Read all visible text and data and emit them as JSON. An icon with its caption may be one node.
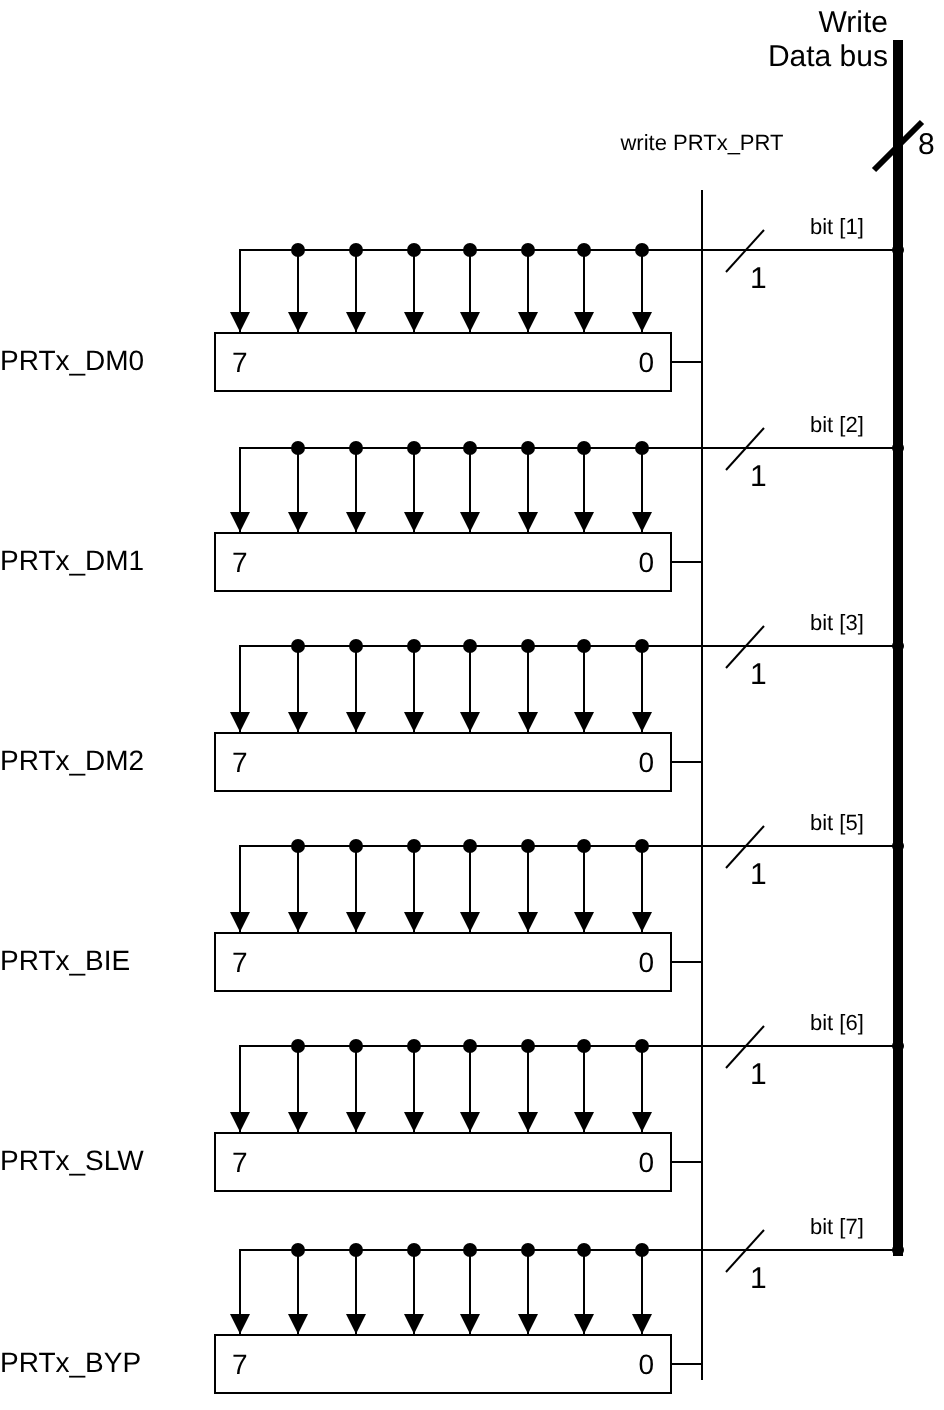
{
  "diagram": {
    "nodes": [
      {
        "text": [
          "Write Data bus"
        ]
      },
      {
        "text": [
          "write PRTx_PRT"
        ]
      },
      {
        "text": [
          "7",
          "0"
        ],
        "beside": [
          "PRTx_DM0"
        ]
      },
      {
        "text": [
          "7",
          "0"
        ],
        "beside": [
          "PRTx_DM1"
        ]
      },
      {
        "text": [
          "7",
          "0"
        ],
        "beside": [
          "PRTx_DM2"
        ]
      },
      {
        "text": [
          "7",
          "0"
        ],
        "beside": [
          "PRTx_BIE"
        ]
      },
      {
        "text": [
          "7",
          "0"
        ],
        "beside": [
          "PRTx_SLW"
        ]
      },
      {
        "text": [
          "7",
          "0"
        ],
        "beside": [
          "PRTx_BYP"
        ]
      }
    ],
    "edges": [
      {
        "from": 0,
        "to": 2,
        "arrow": "to",
        "label": "bit [1]"
      },
      {
        "from": 0,
        "to": 3,
        "arrow": "to",
        "label": "bit [2]"
      },
      {
        "from": 0,
        "to": 4,
        "arrow": "to",
        "label": "bit [3]"
      },
      {
        "from": 0,
        "to": 5,
        "arrow": "to",
        "label": "bit [5]"
      },
      {
        "from": 0,
        "to": 6,
        "arrow": "to",
        "label": "bit [6]"
      },
      {
        "from": 0,
        "to": 7,
        "arrow": "to",
        "label": "bit [7]"
      },
      {
        "from": 1,
        "to": 2,
        "arrow": "none"
      },
      {
        "from": 1,
        "to": 3,
        "arrow": "none"
      },
      {
        "from": 1,
        "to": 4,
        "arrow": "none"
      },
      {
        "from": 1,
        "to": 5,
        "arrow": "none"
      },
      {
        "from": 1,
        "to": 6,
        "arrow": "none"
      },
      {
        "from": 1,
        "to": 7,
        "arrow": "none"
      }
    ],
    "labels": [
      "8",
      "1",
      "1",
      "1",
      "1",
      "1",
      "1"
    ]
  }
}
